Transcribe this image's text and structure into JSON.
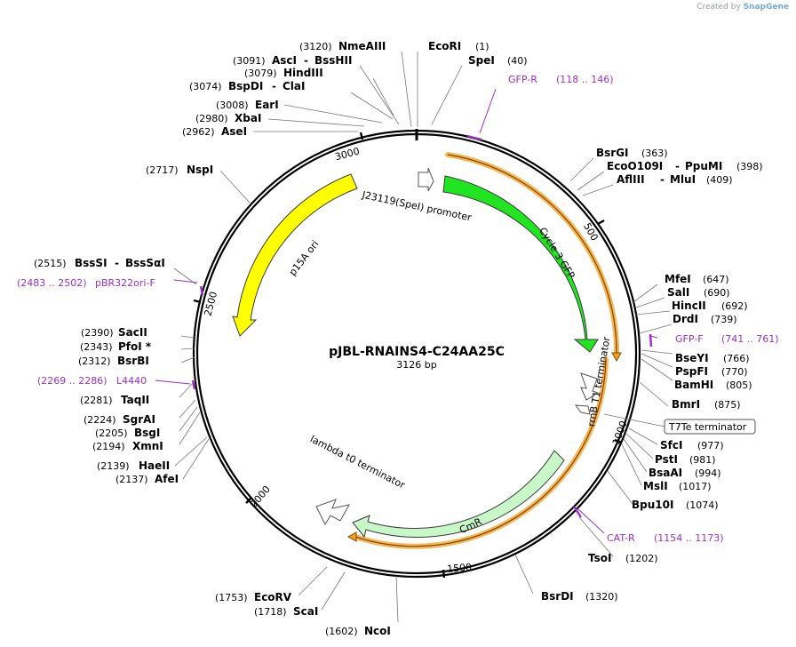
{
  "credit": {
    "prefix": "Created by",
    "brand": "SnapGene"
  },
  "plasmid": {
    "name": "pJBL-RNAINS4-C24AA25C",
    "length_label": "3126 bp"
  },
  "ticks": [
    "500",
    "1000",
    "1500",
    "2000",
    "2500",
    "3000"
  ],
  "features": {
    "gfp_label": "Cycle 3 GFP",
    "cmr_label": "CmR",
    "p15a_label": "p15A ori",
    "promoter_label": "J23119(SpeI) promoter",
    "rrnb_label": "rrnB T1 terminator",
    "lambda_label": "lambda t0 terminator",
    "t7te_label": "T7Te terminator"
  },
  "sites": [
    {
      "name": "NmeAIII",
      "pos": "(3120)"
    },
    {
      "name": "EcoRI",
      "pos": "(1)"
    },
    {
      "name": "AscI",
      "name2": "BssHII",
      "pos": "(3091)"
    },
    {
      "name": "SpeI",
      "pos": "(40)"
    },
    {
      "name": "HindIII",
      "pos": "(3079)"
    },
    {
      "name": "BspDI",
      "name2": "ClaI",
      "pos": "(3074)"
    },
    {
      "name": "EarI",
      "pos": "(3008)"
    },
    {
      "name": "XbaI",
      "pos": "(2980)"
    },
    {
      "name": "AseI",
      "pos": "(2962)"
    },
    {
      "name": "BsrGI",
      "pos": "(363)"
    },
    {
      "name": "EcoO109I",
      "name2": "PpuMI",
      "pos": "(398)"
    },
    {
      "name": "AflIII",
      "name2": "MluI",
      "pos": "(409)"
    },
    {
      "name": "NspI",
      "pos": "(2717)"
    },
    {
      "name": "BssSI",
      "name2": "BssSαI",
      "pos": "(2515)"
    },
    {
      "name": "MfeI",
      "pos": "(647)"
    },
    {
      "name": "SalI",
      "pos": "(690)"
    },
    {
      "name": "HincII",
      "pos": "(692)"
    },
    {
      "name": "DrdI",
      "pos": "(739)"
    },
    {
      "name": "SacII",
      "pos": "(2390)"
    },
    {
      "name": "PfoI *",
      "pos": "(2343)"
    },
    {
      "name": "BsrBI",
      "pos": "(2312)"
    },
    {
      "name": "BseYI",
      "pos": "(766)"
    },
    {
      "name": "PspFI",
      "pos": "(770)"
    },
    {
      "name": "BamHI",
      "pos": "(805)"
    },
    {
      "name": "TaqII",
      "pos": "(2281)"
    },
    {
      "name": "BmrI",
      "pos": "(875)"
    },
    {
      "name": "SgrAI",
      "pos": "(2224)"
    },
    {
      "name": "BsgI",
      "pos": "(2205)"
    },
    {
      "name": "XmnI",
      "pos": "(2194)"
    },
    {
      "name": "SfcI",
      "pos": "(977)"
    },
    {
      "name": "PstI",
      "pos": "(981)"
    },
    {
      "name": "BsaAI",
      "pos": "(994)"
    },
    {
      "name": "MslI",
      "pos": "(1017)"
    },
    {
      "name": "HaeII",
      "pos": "(2139)"
    },
    {
      "name": "AfeI",
      "pos": "(2137)"
    },
    {
      "name": "Bpu10I",
      "pos": "(1074)"
    },
    {
      "name": "TsoI",
      "pos": "(1202)"
    },
    {
      "name": "EcoRV",
      "pos": "(1753)"
    },
    {
      "name": "BsrDI",
      "pos": "(1320)"
    },
    {
      "name": "ScaI",
      "pos": "(1718)"
    },
    {
      "name": "NcoI",
      "pos": "(1602)"
    }
  ],
  "primers": [
    {
      "name": "GFP-R",
      "range": "(118 .. 146)"
    },
    {
      "name": "GFP-F",
      "range": "(741 .. 761)"
    },
    {
      "name": "CAT-R",
      "range": "(1154 .. 1173)"
    },
    {
      "name": "pBR322ori-F",
      "range": "(2483 .. 2502)"
    },
    {
      "name": "L4440",
      "range": "(2269 .. 2286)"
    }
  ],
  "colors": {
    "gfp": "#22e522",
    "cmr": "#c8f7c8",
    "p15a": "#ffff00",
    "orf_outline": "#f0a020",
    "orf_line": "#8a4a00",
    "primer": "#9b30c8",
    "leader": "#777777"
  }
}
